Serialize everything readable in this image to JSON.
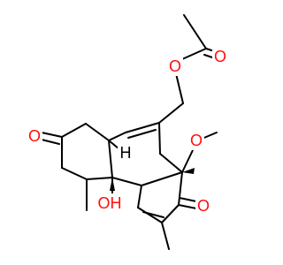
{
  "diagram": {
    "type": "chemical-structure",
    "colors": {
      "bond": "#000000",
      "carbon_text": "#000000",
      "oxygen": "#ff0d0d"
    },
    "atoms": {
      "o_ester_carbonyl": {
        "text": "O",
        "color": "#ff0d0d"
      },
      "o_ester_link": {
        "text": "O",
        "color": "#ff0d0d"
      },
      "o_ketone_left": {
        "text": "O",
        "color": "#ff0d0d"
      },
      "h_ring_junction": {
        "text": "H",
        "color": "#000000"
      },
      "o_methoxy": {
        "text": "O",
        "color": "#ff0d0d"
      },
      "o_ketone_right": {
        "text": "O",
        "color": "#ff0d0d"
      },
      "oh_hydroxyl": {
        "text": "OH",
        "color": "#ff0d0d"
      }
    }
  }
}
